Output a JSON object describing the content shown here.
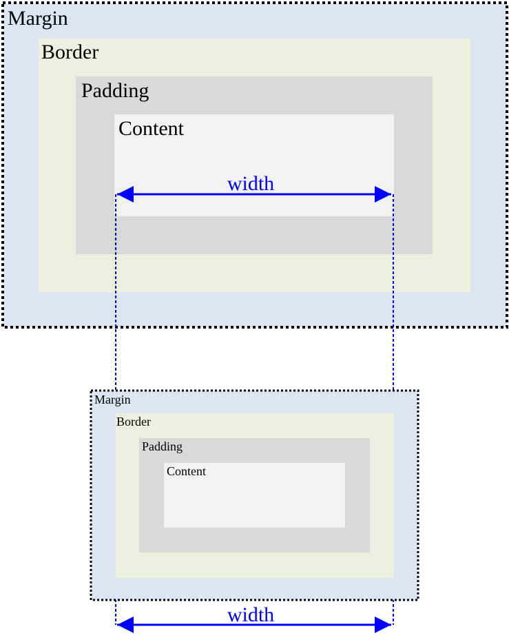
{
  "colors": {
    "margin_fill": "#dce6f2",
    "border_fill": "#ebf1de",
    "padding_fill": "#d9d9d9",
    "content_fill": "#f2f2f2",
    "frame_stroke": "#000000",
    "arrow": "#0000ff"
  },
  "top_box": {
    "margin_label": "Margin",
    "border_label": "Border",
    "padding_label": "Padding",
    "content_label": "Content",
    "width_label": "width"
  },
  "bottom_box": {
    "margin_label": "Margin",
    "border_label": "Border",
    "padding_label": "Padding",
    "content_label": "Content",
    "width_label": "width"
  }
}
